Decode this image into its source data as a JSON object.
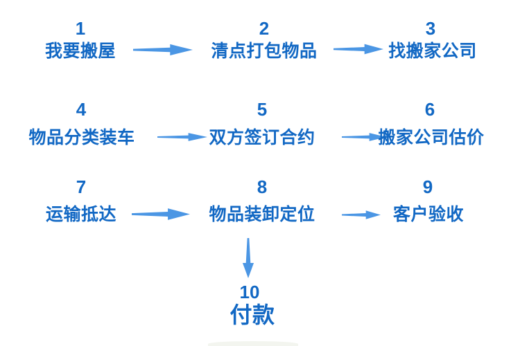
{
  "diagram": {
    "type": "flowchart",
    "topic": "搬家流程 (moving-house process)",
    "colors": {
      "step_text": "#1268c4",
      "arrow": "#4b96e4",
      "background": "#ffffff"
    },
    "icons": {
      "right_arrow": "arrow-right-icon",
      "down_arrow": "arrow-down-icon"
    }
  },
  "flow": {
    "steps": [
      {
        "number": "1",
        "label": "我要搬屋"
      },
      {
        "number": "2",
        "label": "清点打包物品"
      },
      {
        "number": "3",
        "label": "找搬家公司"
      },
      {
        "number": "4",
        "label": "物品分类装车"
      },
      {
        "number": "5",
        "label": "双方签订合约"
      },
      {
        "number": "6",
        "label": "搬家公司估价"
      },
      {
        "number": "7",
        "label": "运输抵达"
      },
      {
        "number": "8",
        "label": "物品装卸定位"
      },
      {
        "number": "9",
        "label": "客户验收"
      },
      {
        "number": "10",
        "label": "付款"
      }
    ],
    "connections": [
      [
        "1",
        "2"
      ],
      [
        "2",
        "3"
      ],
      [
        "4",
        "5"
      ],
      [
        "5",
        "6"
      ],
      [
        "7",
        "8"
      ],
      [
        "8",
        "9"
      ],
      [
        "8",
        "10"
      ]
    ]
  }
}
